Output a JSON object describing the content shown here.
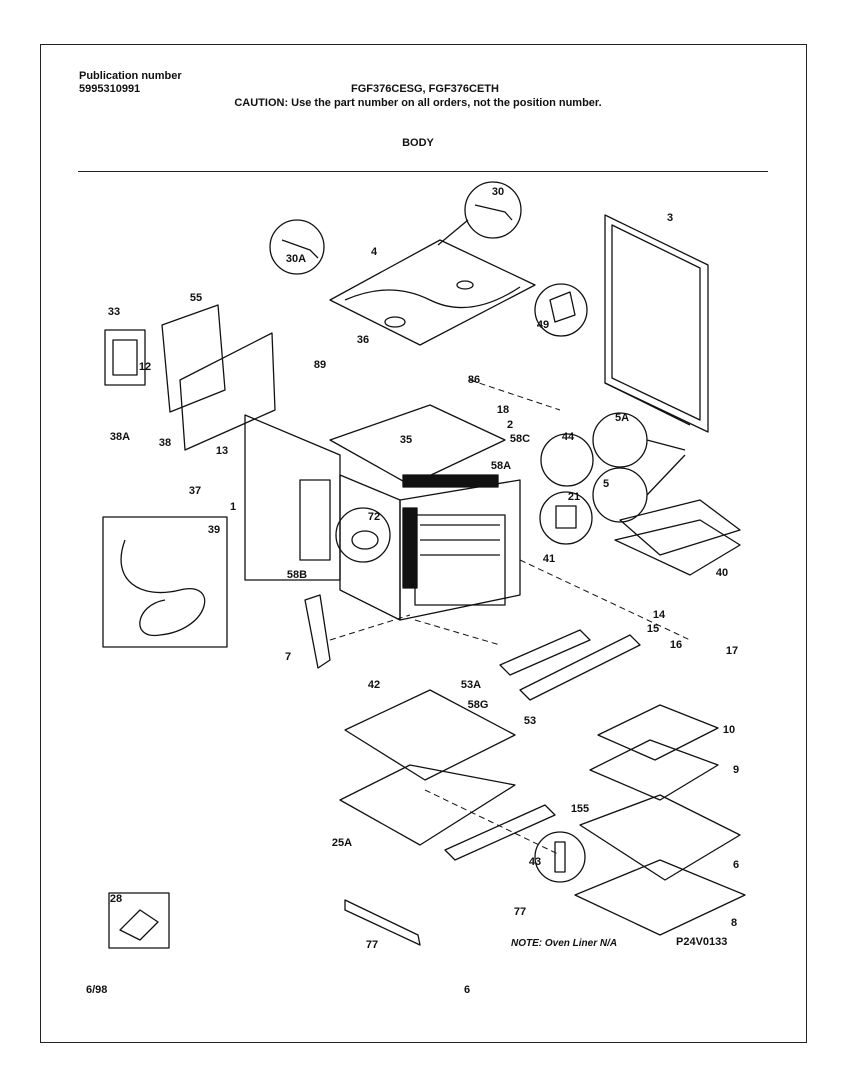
{
  "header": {
    "publication_label": "Publication number",
    "publication_number": "5995310991",
    "model_numbers": "FGF376CESG, FGF376CETH",
    "caution": "CAUTION:  Use the part number on all orders, not the position number.",
    "section_title": "BODY"
  },
  "callouts": [
    "30",
    "30A",
    "4",
    "3",
    "49",
    "55",
    "33",
    "36",
    "89",
    "86",
    "18",
    "2",
    "12",
    "38A",
    "38",
    "13",
    "35",
    "58C",
    "44",
    "5A",
    "5",
    "21",
    "58A",
    "37",
    "39",
    "1",
    "72",
    "58B",
    "41",
    "40",
    "14",
    "15",
    "16",
    "17",
    "7",
    "53A",
    "58G",
    "53",
    "42",
    "10",
    "9",
    "155",
    "25A",
    "43",
    "6",
    "77",
    "8",
    "28",
    "77"
  ],
  "footer": {
    "note": "NOTE: Oven Liner N/A",
    "diagram_code": "P24V0133",
    "date": "6/98",
    "page_number": "6"
  }
}
